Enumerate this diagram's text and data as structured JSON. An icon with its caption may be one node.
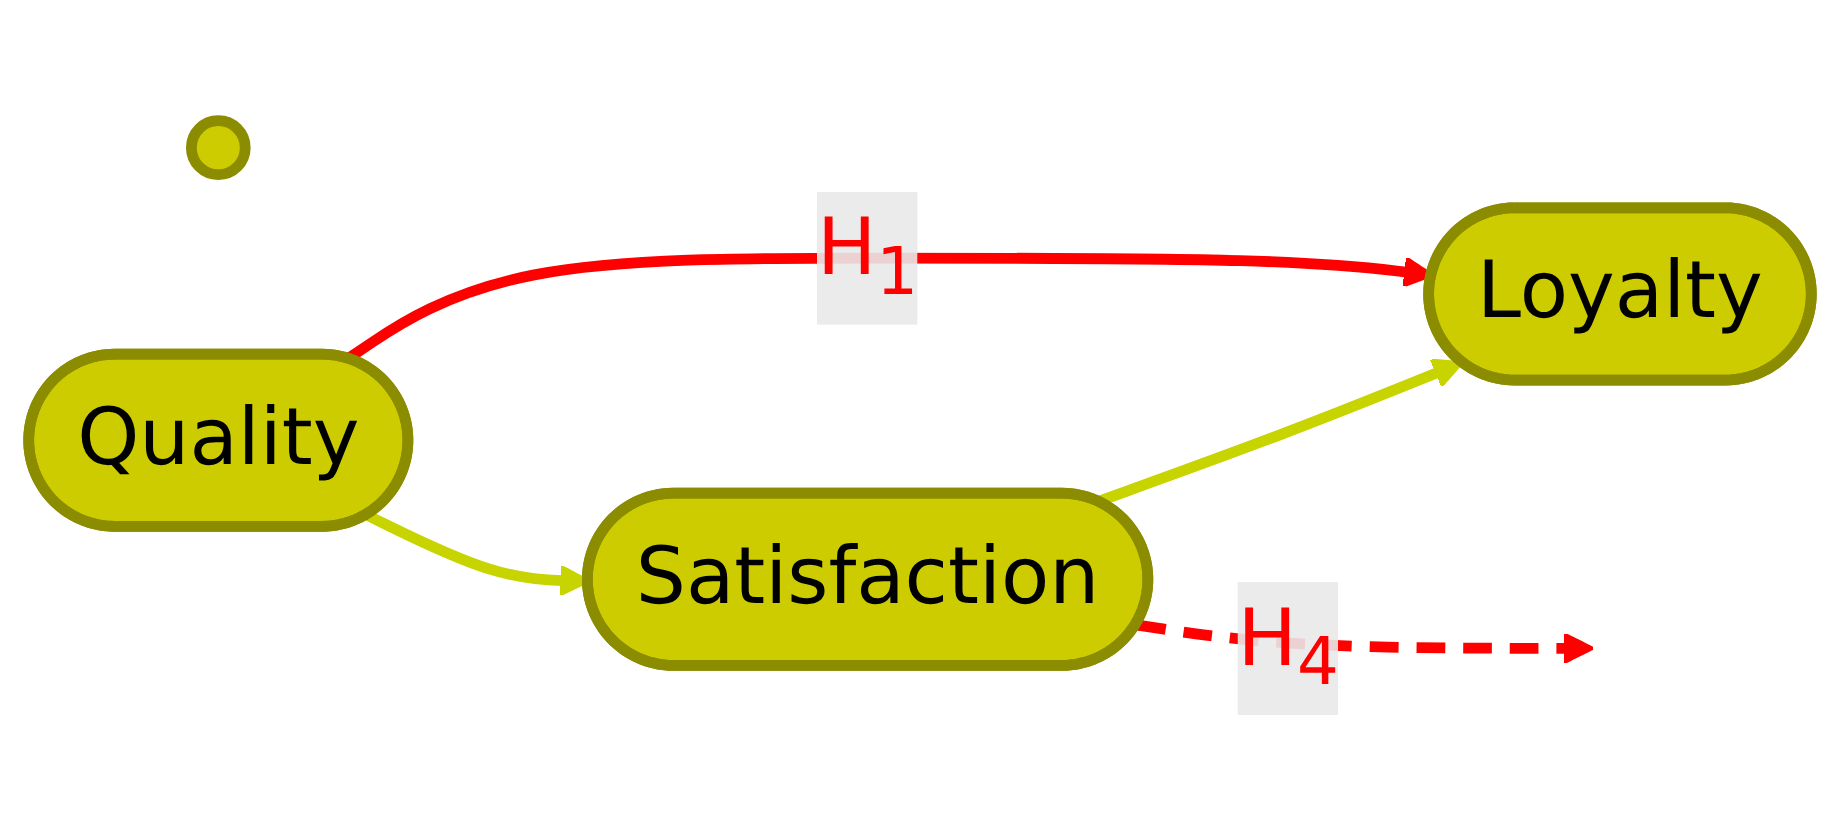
{
  "diagram": {
    "nodes": [
      {
        "text": [
          "Satisfaction"
        ]
      },
      {
        "text": [],
        "shape": "circle"
      },
      {
        "text": [
          "Quality"
        ]
      },
      {
        "text": [
          "Loyalty"
        ]
      }
    ],
    "edges": [
      {
        "from": 2,
        "to": 0,
        "arrow": "to",
        "color": "#c8d400"
      },
      {
        "from": 0,
        "to": 3,
        "arrow": "to",
        "color": "#c8d400"
      },
      {
        "from": 2,
        "to": 3,
        "arrow": "to",
        "color": "#ff0000",
        "label": "H$_{1}$"
      },
      {
        "from": 0,
        "to": null,
        "arrow": "to",
        "style": "dashed",
        "color": "#ff0000",
        "label": "H$_{4}$"
      }
    ]
  }
}
